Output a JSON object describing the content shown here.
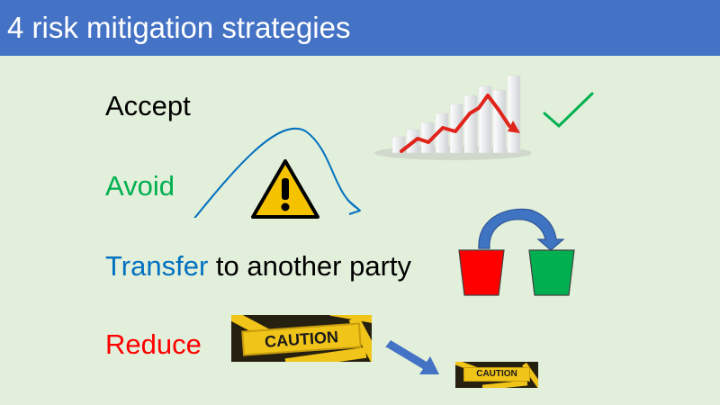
{
  "slide": {
    "title": "4 risk mitigation strategies"
  },
  "strategies": {
    "accept": {
      "label": "Accept",
      "color": "#000000"
    },
    "avoid": {
      "label": "Avoid",
      "color": "#00b050"
    },
    "transfer": {
      "label": "Transfer",
      "suffix": " to another party",
      "color": "#0070c0",
      "suffix_color": "#000000"
    },
    "reduce": {
      "label": "Reduce",
      "color": "#ff0000"
    }
  },
  "colors": {
    "title_bar": "#4472c4",
    "background": "#e2efda",
    "checkmark": "#00b050",
    "curve": "#0070c0",
    "warning_fill": "#f5c200",
    "red_bucket": "#ff0000",
    "green_bucket": "#00b050",
    "transfer_arrow": "#3f74c2",
    "reduce_arrow": "#4472c4",
    "caution_tape": "#f0c418"
  },
  "icons": {
    "accept": [
      "bar-chart-decline-icon",
      "checkmark-icon"
    ],
    "avoid": [
      "curved-arrow-icon",
      "warning-triangle-icon"
    ],
    "transfer": [
      "red-bucket-icon",
      "green-bucket-icon",
      "curved-transfer-arrow-icon"
    ],
    "reduce": [
      "caution-tape-large-icon",
      "down-arrow-icon",
      "caution-tape-small-icon"
    ]
  },
  "caution": {
    "large_text": "CAUTION",
    "small_text": "CAUTION"
  }
}
